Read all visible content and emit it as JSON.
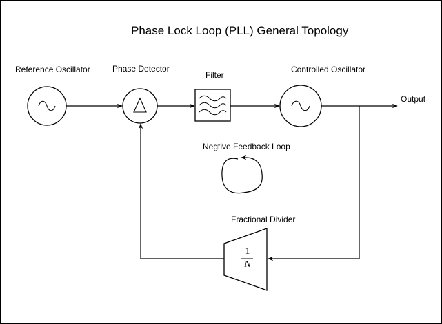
{
  "title": "Phase Lock Loop (PLL) General Topology",
  "blocks": {
    "reference_oscillator": "Reference Oscillator",
    "phase_detector": "Phase Detector",
    "filter": "Filter",
    "controlled_oscillator": "Controlled Oscillator",
    "fractional_divider": "Fractional Divider"
  },
  "output_label": "Output",
  "feedback_label": "Negtive Feedback Loop",
  "divider_fraction": {
    "numerator": "1",
    "denominator": "N"
  }
}
